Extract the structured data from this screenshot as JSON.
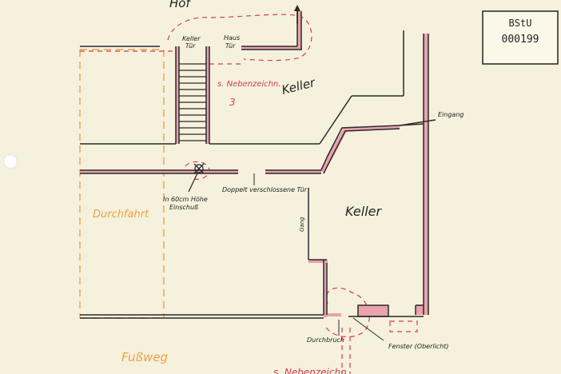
{
  "stamp": {
    "line1": "BStU",
    "line2": "000199"
  },
  "labels": {
    "hof": "Hof",
    "keller_tuer_1": "Keller",
    "keller_tuer_2": "Tür",
    "haus_tuer_1": "Haus",
    "haus_tuer_2": "Tür",
    "nebenzeichnung_1": "s. Nebenzeichn.",
    "nebenzeichnung_2": "3",
    "keller_upper": "Keller",
    "keller_lower": "Keller",
    "eingang": "Eingang",
    "hoehe_1": "In 60cm Höhe",
    "hoehe_2": "Einschuß",
    "doppelt": "Doppelt verschlossene Tür",
    "gang": "Gang",
    "durchfahrt": "Durchfahrt",
    "fussweg": "Fußweg",
    "durchbruch": "Durchbruch",
    "fenster": "Fenster (Oberlicht)",
    "nebenzeichnung_bottom": "s. Nebenzeichn."
  },
  "colors": {
    "paper": "#f6f1dc",
    "ink": "#2a2a2a",
    "wall_fill": "#e9a3ad",
    "red_dash": "#d43a5a",
    "orange_dash": "#e8a24a"
  }
}
